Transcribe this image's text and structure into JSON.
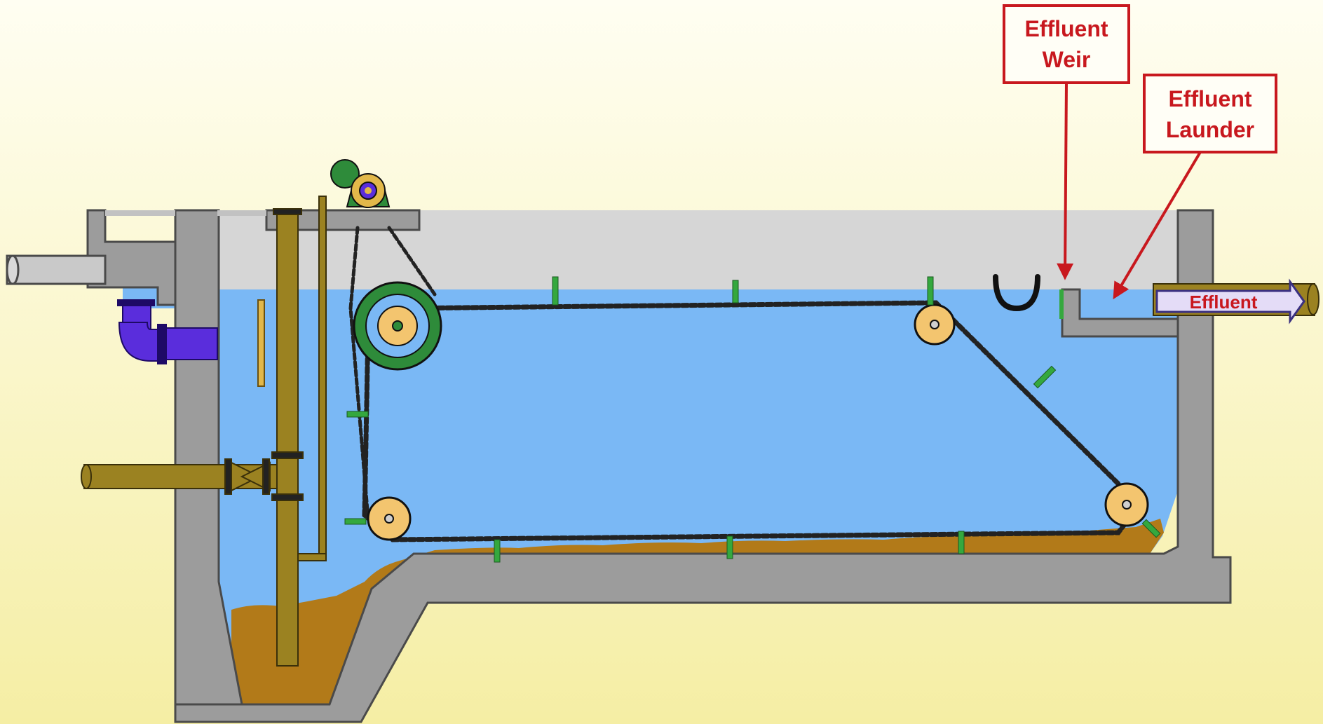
{
  "labels": {
    "effluent_weir_line1": "Effluent",
    "effluent_weir_line2": "Weir",
    "effluent_launder_line1": "Effluent",
    "effluent_launder_line2": "Launder",
    "effluent_arrow": "Effluent"
  },
  "colors": {
    "background_top": "#fffdf0",
    "background_bottom": "#f6f0a8",
    "concrete": "#9c9c9c",
    "concrete_edge": "#4a4a4a",
    "air_space": "#d6d6d6",
    "water": "#7ab8f5",
    "sludge": "#b27a19",
    "pipe": "#9b8221",
    "inlet_pipe": "#5a2ddc",
    "gear": "#2e8b3a",
    "sprocket": "#f3c56f",
    "flight": "#34a83e",
    "label_red": "#c8181e",
    "arrow_fill": "#e4dcf7"
  }
}
